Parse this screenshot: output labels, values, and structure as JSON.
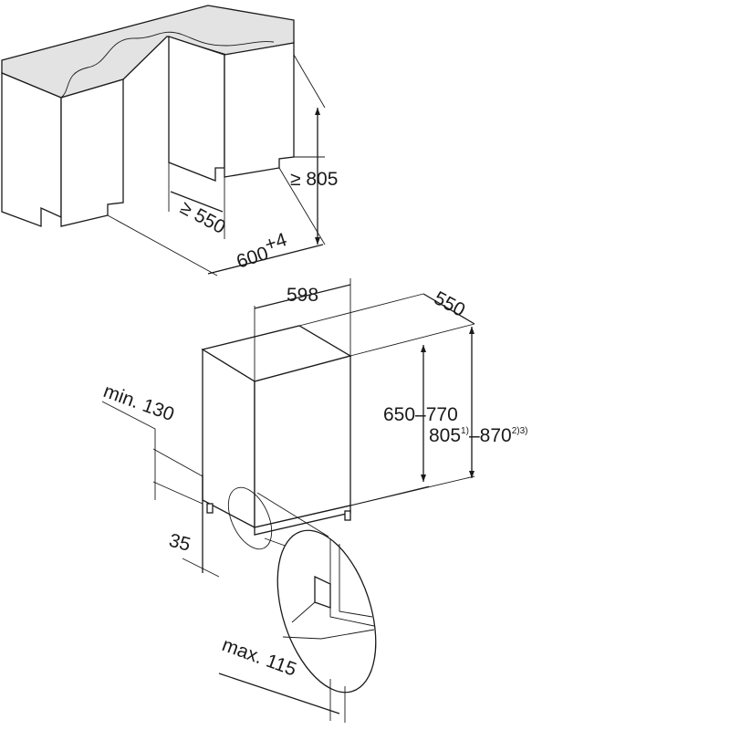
{
  "dimensions": {
    "niche_width_main": "600",
    "niche_width_tolerance": "+4",
    "niche_depth": "≥ 550",
    "niche_height": "≥ 805",
    "appliance_width": "598",
    "appliance_depth": "550",
    "door_height_range": "650–770",
    "overall_height_min": "805",
    "overall_height_min_note": "1)",
    "overall_height_max": "870",
    "overall_height_max_note": "2)3)",
    "plinth_min": "min. 130",
    "plinth_height": "35",
    "recess_max": "max. 115"
  }
}
